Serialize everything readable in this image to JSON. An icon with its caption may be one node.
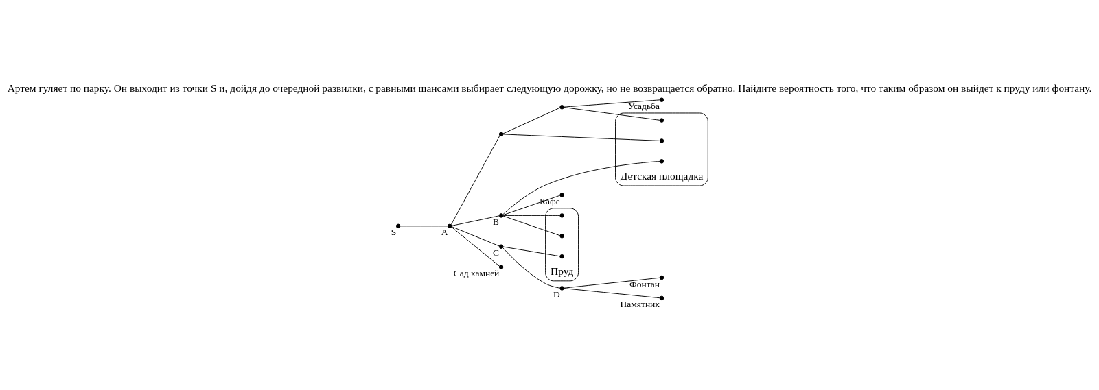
{
  "diagram": {
    "title": "Артем гуляет по парку. Он выходит из точки S и, дойдя до очередной развилки, с равными шансами выбирает следующую дорожку, но не возвращается обратно. Найдите вероятность того, что таким образом он выйдет к пруду или фонтану.",
    "nodes": [
      {
        "text": [],
        "shape": "circle",
        "beside": [
          "S"
        ]
      },
      {
        "text": [],
        "shape": "circle",
        "beside": [
          "A"
        ]
      },
      {
        "text": [],
        "shape": "circle"
      },
      {
        "text": [],
        "shape": "circle"
      },
      {
        "text": [],
        "shape": "circle",
        "beside": [
          "Усадьба"
        ]
      },
      {
        "text": [
          "Детская площадка"
        ]
      },
      {
        "text": [],
        "shape": "circle",
        "in": 5
      },
      {
        "text": [],
        "shape": "circle",
        "in": 5
      },
      {
        "text": [],
        "shape": "circle",
        "in": 5
      },
      {
        "text": [],
        "shape": "circle",
        "beside": [
          "B"
        ]
      },
      {
        "text": [],
        "shape": "circle",
        "beside": [
          "Кафе"
        ]
      },
      {
        "text": [
          "Пруд"
        ]
      },
      {
        "text": [],
        "shape": "circle",
        "in": 11
      },
      {
        "text": [],
        "shape": "circle",
        "in": 11
      },
      {
        "text": [],
        "shape": "circle",
        "in": 11
      },
      {
        "text": [],
        "shape": "circle",
        "beside": [
          "C"
        ]
      },
      {
        "text": [],
        "shape": "circle",
        "beside": [
          "D"
        ]
      },
      {
        "text": [],
        "shape": "circle",
        "beside": [
          "Фонтан"
        ]
      },
      {
        "text": [],
        "shape": "circle",
        "beside": [
          "Памятник"
        ]
      },
      {
        "text": [],
        "shape": "circle",
        "beside": [
          "Сад камней"
        ]
      }
    ],
    "edges": [
      {
        "from": 0,
        "to": 1,
        "arrow": "none"
      },
      {
        "from": 1,
        "to": 2,
        "arrow": "none"
      },
      {
        "from": 2,
        "to": 3,
        "arrow": "none"
      },
      {
        "from": 3,
        "to": 4,
        "arrow": "none"
      },
      {
        "from": 3,
        "to": 6,
        "arrow": "none"
      },
      {
        "from": 2,
        "to": 7,
        "arrow": "none"
      },
      {
        "from": 1,
        "to": 9,
        "arrow": "none"
      },
      {
        "from": 9,
        "to": 8,
        "arrow": "none"
      },
      {
        "from": 9,
        "to": 10,
        "arrow": "none"
      },
      {
        "from": 9,
        "to": 12,
        "arrow": "none"
      },
      {
        "from": 9,
        "to": 13,
        "arrow": "none"
      },
      {
        "from": 1,
        "to": 15,
        "arrow": "none"
      },
      {
        "from": 15,
        "to": 14,
        "arrow": "none"
      },
      {
        "from": 15,
        "to": 16,
        "arrow": "none"
      },
      {
        "from": 16,
        "to": 17,
        "arrow": "none"
      },
      {
        "from": 16,
        "to": 18,
        "arrow": "none"
      },
      {
        "from": 1,
        "to": 19,
        "arrow": "none"
      }
    ]
  }
}
